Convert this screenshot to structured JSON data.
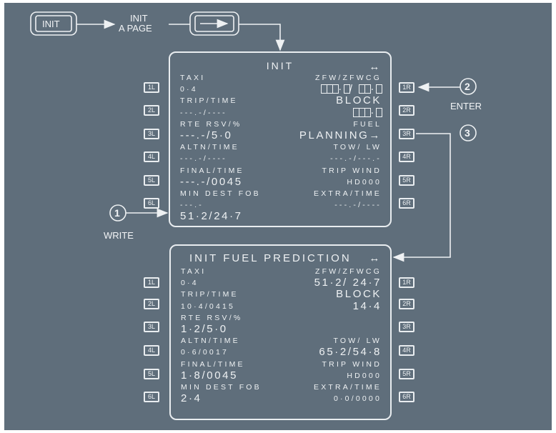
{
  "flow": {
    "init_key": "INIT",
    "init_a_page_line1": "INIT",
    "init_a_page_line2": "A PAGE",
    "slew_key_icon": "right-arrow-icon"
  },
  "callouts": [
    {
      "num": "1",
      "label": "WRITE"
    },
    {
      "num": "2",
      "label": "ENTER"
    },
    {
      "num": "3",
      "label": ""
    }
  ],
  "lsk_left": [
    "1L",
    "2L",
    "3L",
    "4L",
    "5L",
    "6L"
  ],
  "lsk_right": [
    "1R",
    "2R",
    "3R",
    "4R",
    "5R",
    "6R"
  ],
  "init_page": {
    "title": "INIT",
    "arrow": "↔",
    "left": [
      {
        "label": "TAXI",
        "value": "0·4"
      },
      {
        "label": "TRIP/TIME",
        "value": "---.-/----"
      },
      {
        "label": "RTE RSV/%",
        "value": "---.-/5·0"
      },
      {
        "label": "ALTN/TIME",
        "value": "---.-/----"
      },
      {
        "label": "FINAL/TIME",
        "value": "---.-/0045"
      },
      {
        "label": "MIN DEST FOB",
        "value": "---.-"
      }
    ],
    "right": [
      {
        "label": "ZFW/ZFWCG",
        "value": "·  /  ·"
      },
      {
        "label": "BLOCK",
        "value": "·"
      },
      {
        "label": "FUEL",
        "value": "PLANNING→"
      },
      {
        "label": "TOW/    LW",
        "value": "---.-/---.-"
      },
      {
        "label": "TRIP WIND",
        "value": "HD000"
      },
      {
        "label": "EXTRA/TIME",
        "value": "---.-/----"
      }
    ],
    "scratchpad": "51·2/24·7"
  },
  "fuel_pred_page": {
    "title": "INIT FUEL PREDICTION",
    "arrow": "↔",
    "left": [
      {
        "label": "TAXI",
        "value": "0·4"
      },
      {
        "label": "TRIP/TIME",
        "value": "10·4/0415"
      },
      {
        "label": "RTE RSV/%",
        "value": "1·2/5·0"
      },
      {
        "label": "ALTN/TIME",
        "value": "0·6/0017"
      },
      {
        "label": "FINAL/TIME",
        "value": "1·8/0045"
      },
      {
        "label": "MIN DEST FOB",
        "value": "2·4"
      }
    ],
    "right": [
      {
        "label": "ZFW/ZFWCG",
        "value": "51·2/ 24·7"
      },
      {
        "label": "BLOCK",
        "value": "14·4"
      },
      {
        "label": "",
        "value": ""
      },
      {
        "label": "TOW/    LW",
        "value": "65·2/54·8"
      },
      {
        "label": "TRIP WIND",
        "value": "HD000"
      },
      {
        "label": "EXTRA/TIME",
        "value": "0·0/0000"
      }
    ]
  }
}
